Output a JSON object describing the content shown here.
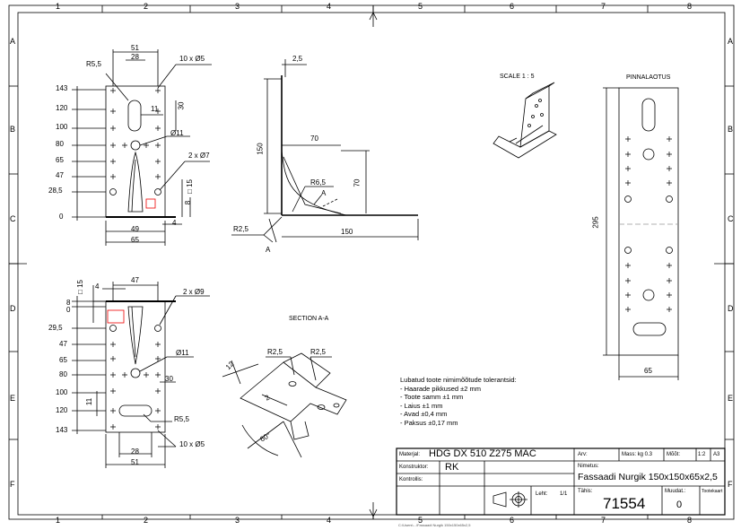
{
  "frame": {
    "cols": [
      "1",
      "2",
      "3",
      "4",
      "5",
      "6",
      "7",
      "8"
    ],
    "rows": [
      "A",
      "B",
      "C",
      "D",
      "E",
      "F"
    ]
  },
  "view_front": {
    "left_dims": [
      "143",
      "120",
      "100",
      "80",
      "65",
      "47",
      "28,5",
      "0"
    ],
    "top_width": "51",
    "top_inner": "28",
    "radius": "R5,5",
    "hole_callout_top": "10 x Ø5",
    "slot_h": "30",
    "slot_w": "11",
    "big_hole": "Ø11",
    "hole_callout_mid": "2 x Ø7",
    "sq15": "□ 15",
    "gap4": "4",
    "gap8": "8",
    "base49": "49",
    "base65": "65"
  },
  "view_side": {
    "thickness": "2,5",
    "height150": "150",
    "leg70h": "70",
    "leg70v": "70",
    "r65": "R6,5",
    "r25": "R2,5",
    "base150": "150",
    "sec_a_top": "A",
    "sec_a_bottom": "A"
  },
  "view_iso": {
    "scale": "SCALE 1 : 5"
  },
  "view_flat": {
    "title": "PINNALAOTUS",
    "length": "295",
    "width": "65"
  },
  "view_bottom": {
    "left_dims": [
      "8",
      "0",
      "29,5",
      "47",
      "65",
      "80",
      "100",
      "120",
      "143"
    ],
    "sq15": "□ 15",
    "gap4": "4",
    "top_width": "47",
    "hole_callout_top": "2 x Ø9",
    "big_hole": "Ø11",
    "dim30": "30",
    "slot11": "11",
    "radius": "R5,5",
    "bottom_inner": "28",
    "bottom_width": "51",
    "hole_callout_bottom": "10 x Ø5"
  },
  "section": {
    "title": "SECTION A-A",
    "r1": "R2,5",
    "r2": "R2,5",
    "d12": "12",
    "d2": "2",
    "angle": "60°"
  },
  "notes": [
    "Lubatud toote nimimõõtude tolerantsid:",
    "- Haarade pikkused ±2 mm",
    "- Toote samm ±1 mm",
    "- Laius ±1 mm",
    "- Avad ±0,4 mm",
    "- Paksus ±0,17 mm"
  ],
  "title_block": {
    "materjal_label": "Materjal:",
    "materjal_value": "HDG DX 510 Z275 MAC",
    "arv_label": "Arv:",
    "mass_label": "Mass: kg 0.3",
    "moot_label": "Mõõt:",
    "moot_value": "1:2",
    "paper": "A3",
    "konstruktor_label": "Konstruktor:",
    "konstruktor_value": "RK",
    "nimetus_label": "Nimetus:",
    "nimetus_value": "Fassaadi Nurgik 150x150x65x2,5",
    "kontrollis_label": "Kontrollis:",
    "leht_label": "Leht:",
    "leht_value": "1/1",
    "tahis_label": "Tähis:",
    "tahis_value": "71554",
    "muudat_label": "Muudat.:",
    "muudat_value": "0",
    "tootekaart_label": "Tootekaart"
  },
  "footer_path": "C:\\Users\\...\\Fassaadi Nurgik 150x150x65x2,5"
}
